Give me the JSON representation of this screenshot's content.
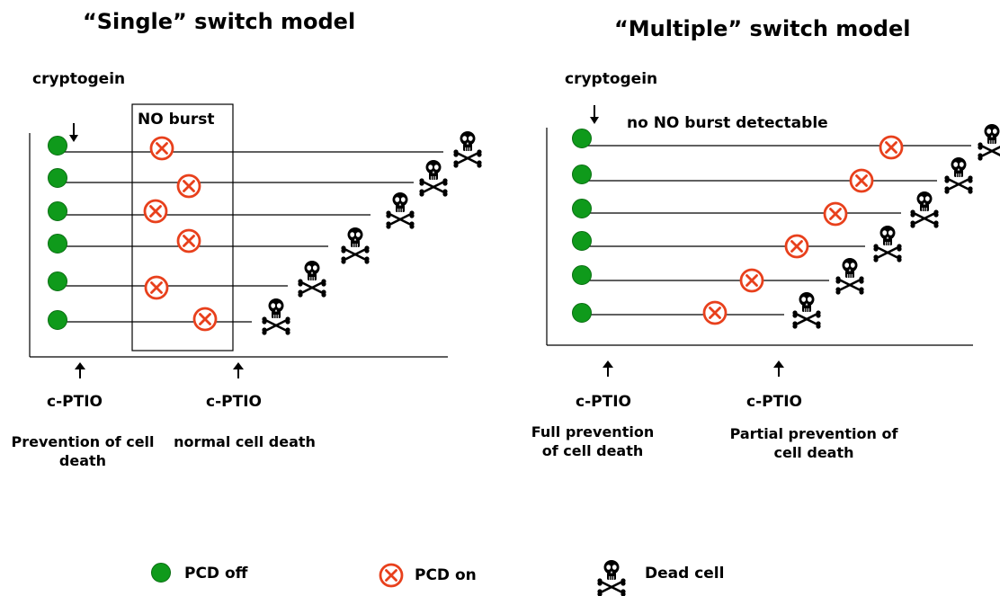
{
  "single_model": {
    "title": "“Single” switch model",
    "stimulus": "cryptogein",
    "burst_label": "NO burst",
    "cptio_early": {
      "label": "c-PTIO",
      "outcome": "Prevention of  cell death"
    },
    "cptio_late": {
      "label": "c-PTIO",
      "outcome": "normal cell death"
    }
  },
  "multiple_model": {
    "title": "“Multiple” switch model",
    "stimulus": "cryptogein",
    "burst_label": "no NO burst detectable",
    "cptio_early": {
      "label": "c-PTIO",
      "outcome": "Full prevention of cell death"
    },
    "cptio_late": {
      "label": "c-PTIO",
      "outcome": "Partial prevention of cell death"
    }
  },
  "legend": {
    "pcd_off": "PCD off",
    "pcd_on": "PCD on",
    "dead_cell": "Dead cell"
  },
  "colors": {
    "pcd_off_fill": "#0f9a1b",
    "pcd_on": "#e8401c",
    "line": "#000000"
  },
  "icons": [
    "green-dot-icon",
    "pcd-on-cross-icon",
    "skull-crossbones-icon",
    "arrow-down-icon",
    "arrow-up-icon"
  ]
}
